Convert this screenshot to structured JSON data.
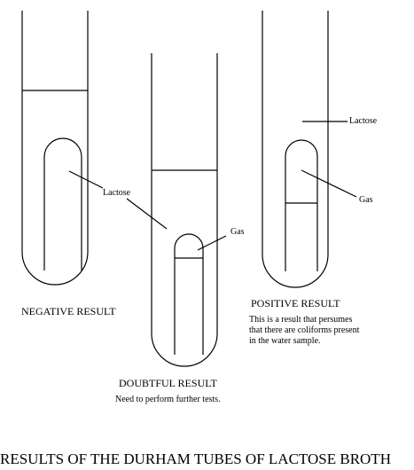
{
  "diagram": {
    "title": "RESULTS OF THE DURHAM TUBES OF LACTOSE BROTH",
    "tubes": [
      {
        "result": "NEGATIVE RESULT",
        "labels": [
          "Lactose"
        ],
        "note": []
      },
      {
        "result": "DOUBTFUL RESULT",
        "labels": [
          "Gas"
        ],
        "note": [
          "Need to perform further tests."
        ]
      },
      {
        "result": "POSITIVE RESULT",
        "labels": [
          "Lactose",
          "Gas"
        ],
        "note": [
          "This is a result that persumes",
          "that there are coliforms present",
          "in the water sample."
        ]
      }
    ]
  }
}
